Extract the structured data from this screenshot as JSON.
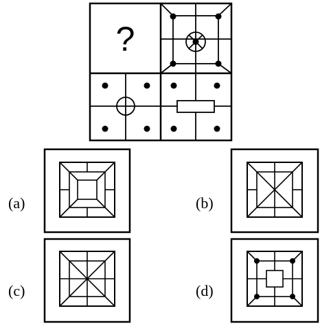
{
  "puzzle": {
    "question_mark": "?"
  },
  "options": [
    {
      "label": "(a)"
    },
    {
      "label": "(b)"
    },
    {
      "label": "(c)"
    },
    {
      "label": "(d)"
    }
  ],
  "colors": {
    "stroke": "#000000",
    "background": "#ffffff"
  }
}
